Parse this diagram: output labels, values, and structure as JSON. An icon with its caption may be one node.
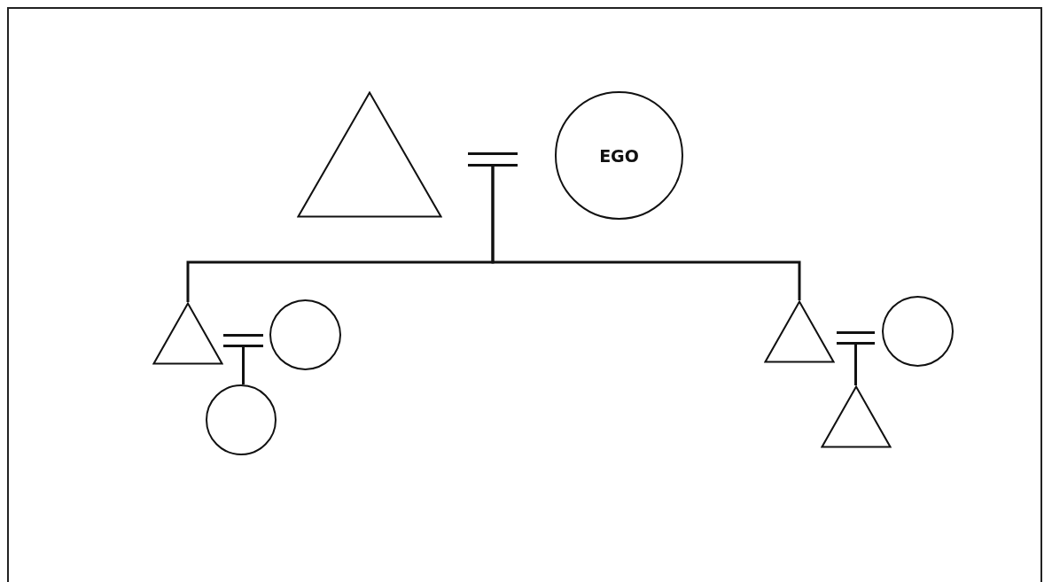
{
  "diagram": {
    "nodes": [
      {
        "text": [],
        "shape": "triangle"
      },
      {
        "text": [],
        "shape": "bar"
      },
      {
        "text": [
          "EGO"
        ]
      },
      {
        "text": [],
        "shape": "triangle"
      },
      {
        "text": [],
        "shape": "bar"
      },
      {
        "text": [],
        "shape": "circle"
      },
      {
        "text": [],
        "shape": "circle"
      },
      {
        "text": [],
        "shape": "triangle"
      },
      {
        "text": [],
        "shape": "bar"
      },
      {
        "text": [],
        "shape": "circle"
      },
      {
        "text": [],
        "shape": "triangle"
      }
    ],
    "edges": [
      {
        "from": 1,
        "to": 3,
        "arrow": "none"
      },
      {
        "from": 1,
        "to": 7,
        "arrow": "none"
      },
      {
        "from": 4,
        "to": 6,
        "arrow": "none"
      },
      {
        "from": 8,
        "to": 10,
        "arrow": "none"
      }
    ]
  }
}
